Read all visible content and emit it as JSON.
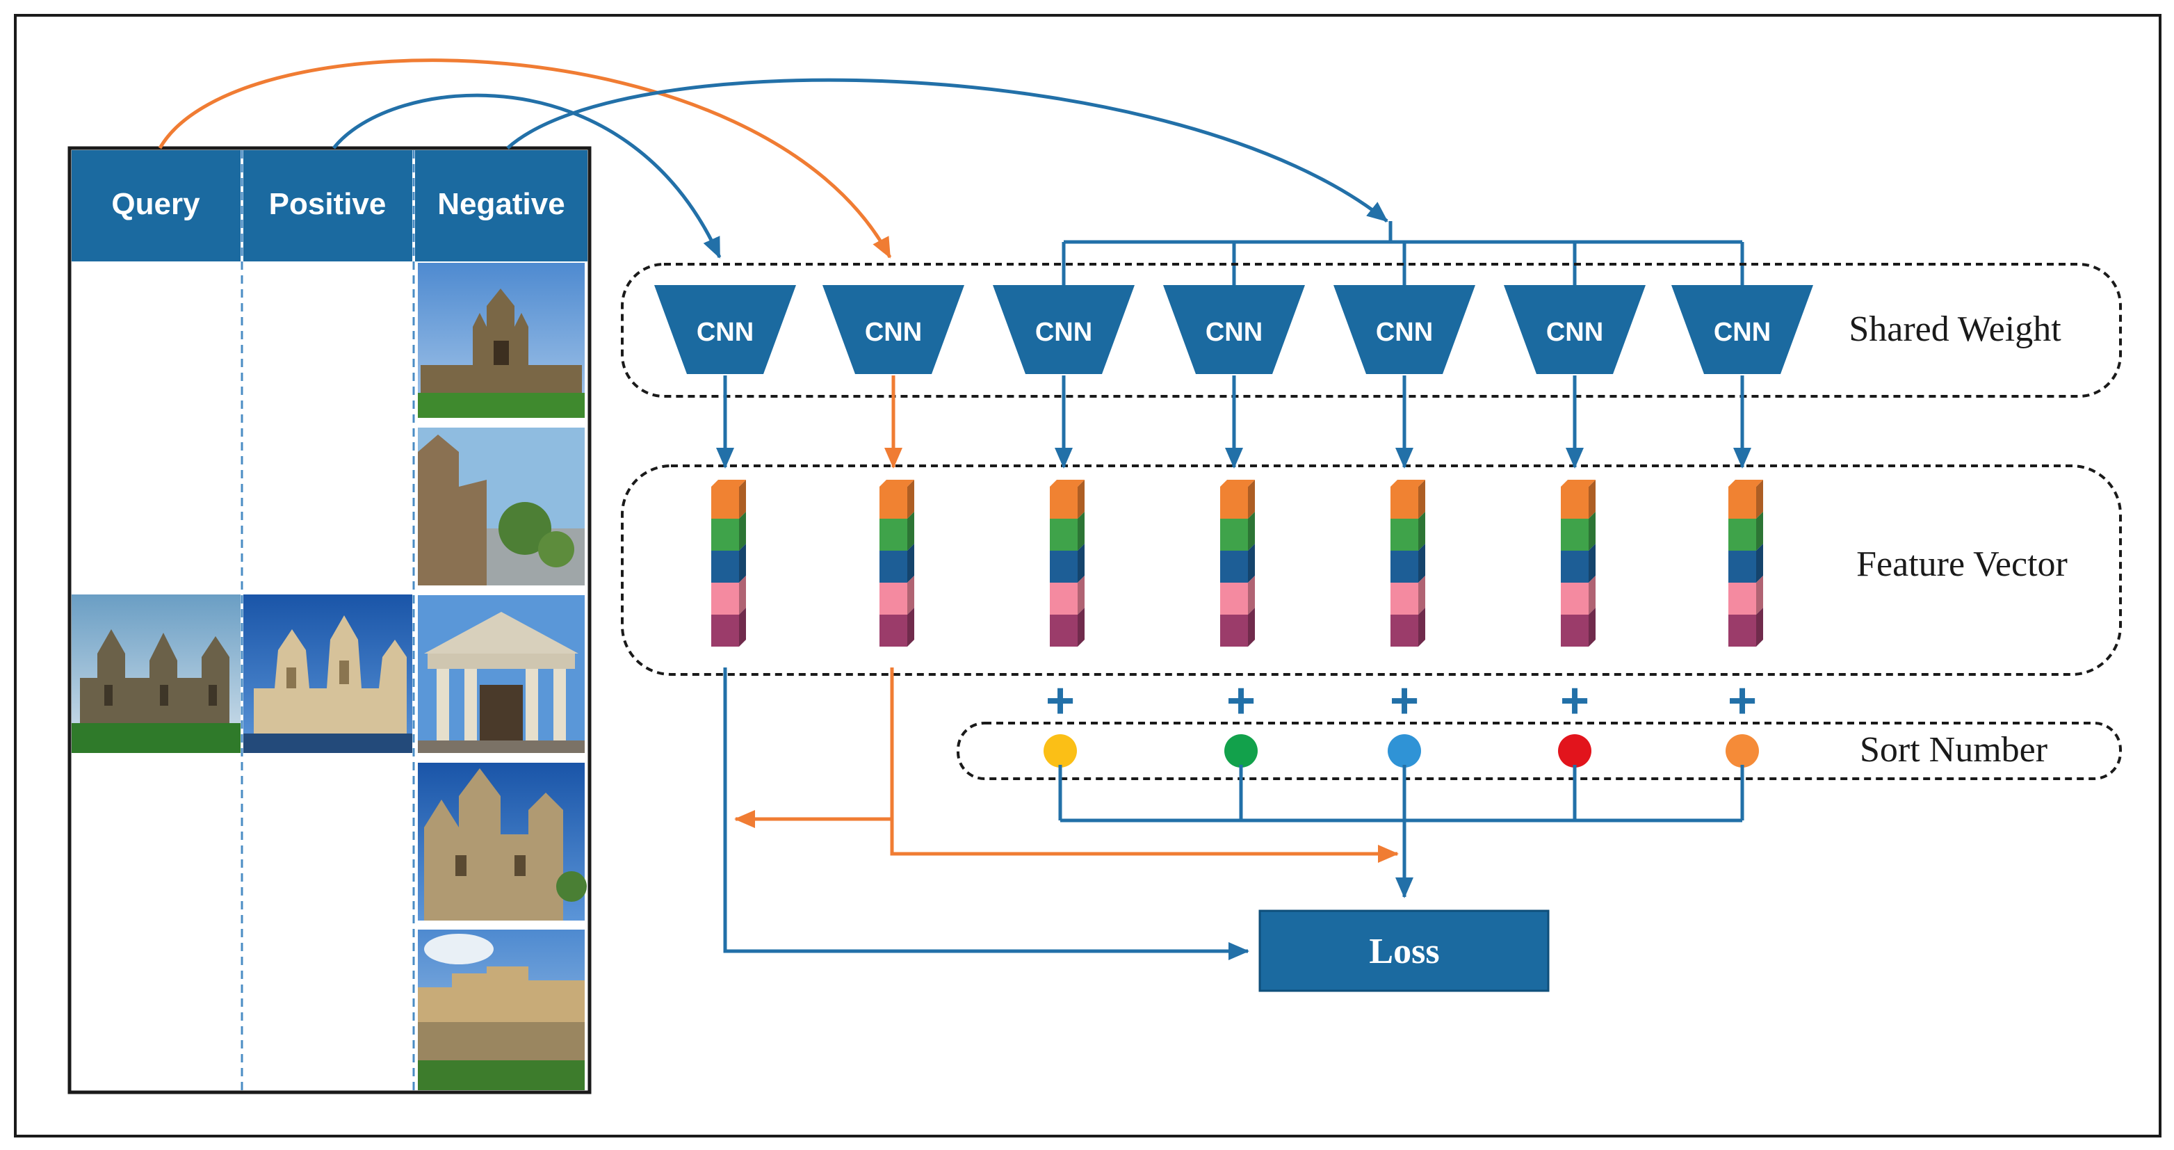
{
  "columns": {
    "query": "Query",
    "positive": "Positive",
    "negative": "Negative"
  },
  "cnn_label": "CNN",
  "labels": {
    "shared_weight": "Shared Weight",
    "feature_vector": "Feature Vector",
    "sort_number": "Sort Number",
    "loss": "Loss",
    "plus": "+"
  },
  "sort_dot_colors": [
    "#fbbf16",
    "#12a14b",
    "#2f93d6",
    "#e2141c",
    "#f58b38"
  ],
  "feature_segment_colors": [
    "#f08232",
    "#3fa34a",
    "#1d5e96",
    "#f48aa0",
    "#9b3c6a"
  ],
  "colors": {
    "primary_blue": "#1b6aa0",
    "arrow_blue": "#2270a8",
    "arrow_orange": "#f07c33",
    "border": "#1a1a1a"
  },
  "images": {
    "query": "building-photo",
    "positive": "building-photo",
    "negatives": [
      "tower-photo",
      "street-building-photo",
      "columns-building-photo",
      "gothic-building-photo",
      "long-building-photo"
    ]
  }
}
